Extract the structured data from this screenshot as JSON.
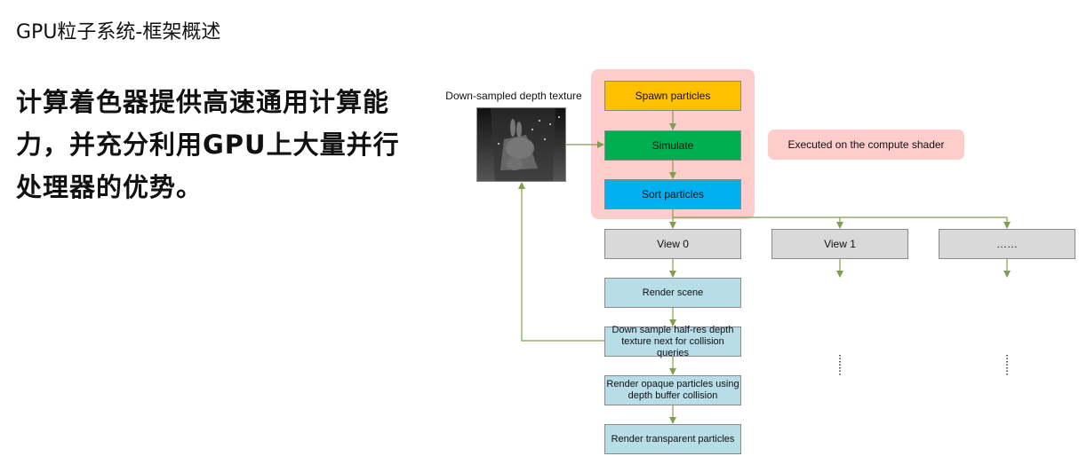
{
  "slide": {
    "title": "GPU粒子系统-框架概述",
    "body_lines": [
      "计算着色器提供高速通用计算能",
      "力，并充分利用GPU上大量并行",
      "处理器的优势。"
    ]
  },
  "diagram": {
    "depth_texture_label": "Down-sampled depth texture",
    "compute_steps": [
      "Spawn particles",
      "Simulate",
      "Sort particles"
    ],
    "compute_note": "Executed on the compute shader",
    "views": [
      "View 0",
      "View 1",
      "……"
    ],
    "render_passes": [
      "Render scene",
      "Down sample half-res depth texture next for collision queries",
      "Render opaque particles using depth buffer collision",
      "Render transparent particles"
    ],
    "colors": {
      "spawn": "#ffc000",
      "simulate": "#00b050",
      "sort": "#00b0f0",
      "compute_group": "#ffcccc",
      "view": "#d9d9d9",
      "pass": "#b7dde8",
      "arrow": "#7f9f4f"
    }
  }
}
